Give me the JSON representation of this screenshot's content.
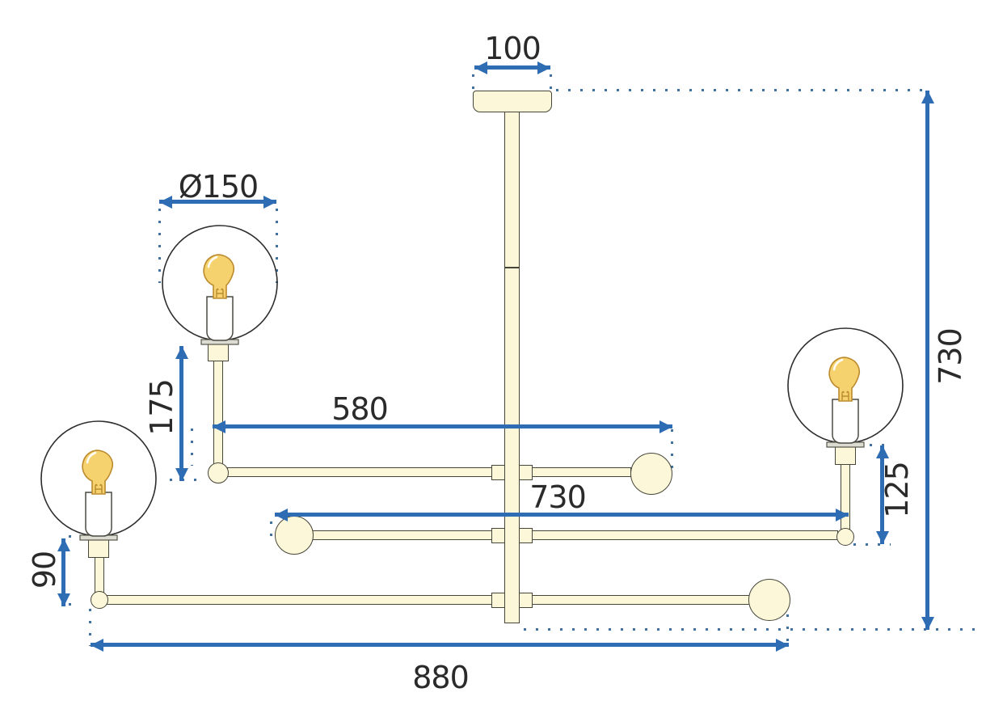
{
  "drawing": {
    "subject": "ceiling-lamp-dimension-drawing",
    "colors": {
      "dimension_blue": "#2e6db4",
      "dotted_guide_blue": "#41719f",
      "body_cream": "#fcf7d8",
      "outline_dark": "#45453a",
      "bulb_yellow": "#f6d26f",
      "text_dark": "#2a2a2a"
    },
    "dimensions": {
      "canopy_width": "100",
      "globe_diameter": "Ø150",
      "top_globe_drop": "175",
      "upper_arm_length": "580",
      "middle_arm_length": "730",
      "overall_height": "730",
      "right_globe_drop": "125",
      "left_globe_drop": "90",
      "overall_width": "880"
    }
  }
}
